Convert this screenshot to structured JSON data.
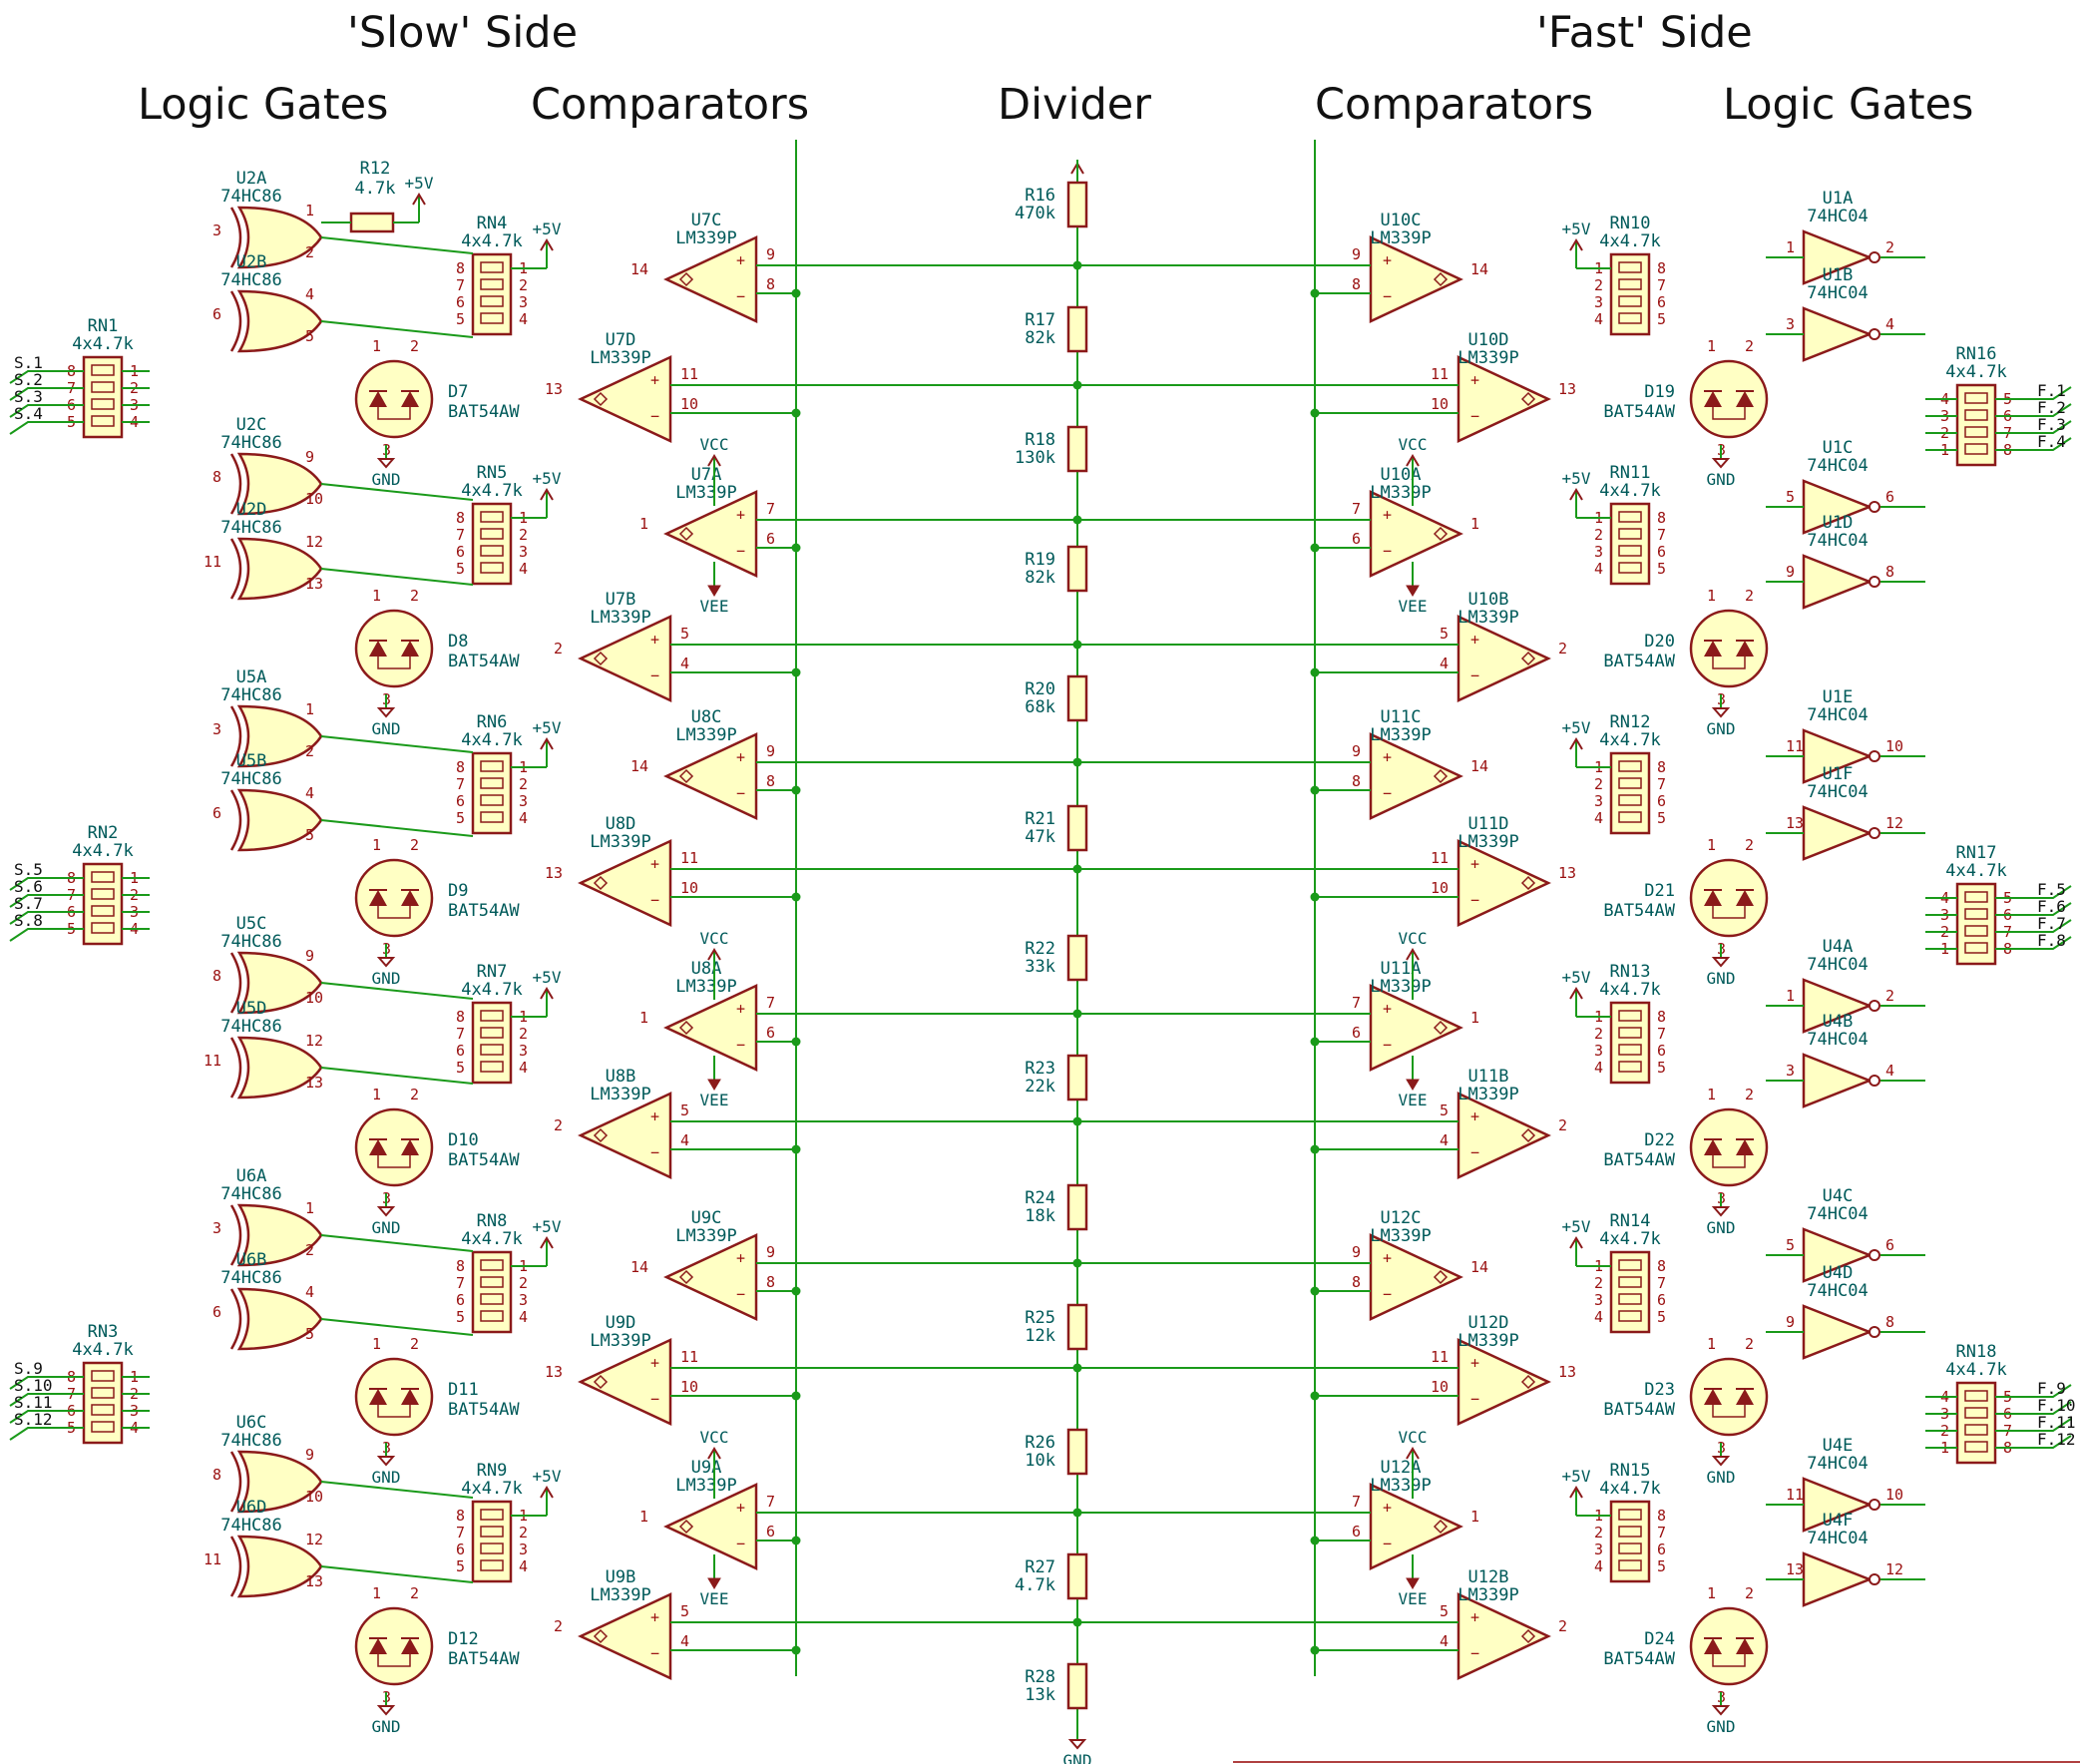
{
  "headers": {
    "slow_side": "'Slow' Side",
    "fast_side": "'Fast' Side",
    "slow_logic": "Logic Gates",
    "slow_comp": "Comparators",
    "divider": "Divider",
    "fast_comp": "Comparators",
    "fast_logic": "Logic Gates"
  },
  "colors": {
    "wire": "#1a9a1a",
    "body": "#8b1a1a",
    "fill": "#ffffc4",
    "ref": "#005a5a",
    "pin": "#9a1010"
  },
  "power": {
    "v5": "+5V",
    "gnd": "GND",
    "vcc": "VCC",
    "vee": "VEE"
  },
  "pullup": {
    "ref": "R12",
    "value": "4.7k"
  },
  "divider": [
    {
      "ref": "R16",
      "value": "470k"
    },
    {
      "ref": "R17",
      "value": "82k"
    },
    {
      "ref": "R18",
      "value": "130k"
    },
    {
      "ref": "R19",
      "value": "82k"
    },
    {
      "ref": "R20",
      "value": "68k"
    },
    {
      "ref": "R21",
      "value": "47k"
    },
    {
      "ref": "R22",
      "value": "33k"
    },
    {
      "ref": "R23",
      "value": "22k"
    },
    {
      "ref": "R24",
      "value": "18k"
    },
    {
      "ref": "R25",
      "value": "12k"
    },
    {
      "ref": "R26",
      "value": "10k"
    },
    {
      "ref": "R27",
      "value": "4.7k"
    },
    {
      "ref": "R28",
      "value": "13k"
    }
  ],
  "slow_inputs": [
    {
      "ref": "RN1",
      "value": "4x4.7k",
      "nets": [
        "S.1",
        "S.2",
        "S.3",
        "S.4"
      ]
    },
    {
      "ref": "RN2",
      "value": "4x4.7k",
      "nets": [
        "S.5",
        "S.6",
        "S.7",
        "S.8"
      ]
    },
    {
      "ref": "RN3",
      "value": "4x4.7k",
      "nets": [
        "S.9",
        "S.10",
        "S.11",
        "S.12"
      ]
    }
  ],
  "fast_outputs": [
    {
      "ref": "RN16",
      "value": "4x4.7k",
      "nets": [
        "F.1",
        "F.2",
        "F.3",
        "F.4"
      ]
    },
    {
      "ref": "RN17",
      "value": "4x4.7k",
      "nets": [
        "F.5",
        "F.6",
        "F.7",
        "F.8"
      ]
    },
    {
      "ref": "RN18",
      "value": "4x4.7k",
      "nets": [
        "F.9",
        "F.10",
        "F.11",
        "F.12"
      ]
    }
  ],
  "xor_gates": [
    {
      "ref": "U2A",
      "part": "74HC86",
      "pins": [
        "3",
        "1",
        "2"
      ]
    },
    {
      "ref": "U2B",
      "part": "74HC86",
      "pins": [
        "6",
        "4",
        "5"
      ]
    },
    {
      "ref": "U2C",
      "part": "74HC86",
      "pins": [
        "8",
        "9",
        "10"
      ]
    },
    {
      "ref": "U2D",
      "part": "74HC86",
      "pins": [
        "11",
        "12",
        "13"
      ]
    },
    {
      "ref": "U5A",
      "part": "74HC86",
      "pins": [
        "3",
        "1",
        "2"
      ]
    },
    {
      "ref": "U5B",
      "part": "74HC86",
      "pins": [
        "6",
        "4",
        "5"
      ]
    },
    {
      "ref": "U5C",
      "part": "74HC86",
      "pins": [
        "8",
        "9",
        "10"
      ]
    },
    {
      "ref": "U5D",
      "part": "74HC86",
      "pins": [
        "11",
        "12",
        "13"
      ]
    },
    {
      "ref": "U6A",
      "part": "74HC86",
      "pins": [
        "3",
        "1",
        "2"
      ]
    },
    {
      "ref": "U6B",
      "part": "74HC86",
      "pins": [
        "6",
        "4",
        "5"
      ]
    },
    {
      "ref": "U6C",
      "part": "74HC86",
      "pins": [
        "8",
        "9",
        "10"
      ]
    },
    {
      "ref": "U6D",
      "part": "74HC86",
      "pins": [
        "11",
        "12",
        "13"
      ]
    }
  ],
  "slow_packs": [
    {
      "ref": "RN4",
      "value": "4x4.7k"
    },
    {
      "ref": "RN5",
      "value": "4x4.7k"
    },
    {
      "ref": "RN6",
      "value": "4x4.7k"
    },
    {
      "ref": "RN7",
      "value": "4x4.7k"
    },
    {
      "ref": "RN8",
      "value": "4x4.7k"
    },
    {
      "ref": "RN9",
      "value": "4x4.7k"
    }
  ],
  "fast_packs": [
    {
      "ref": "RN10",
      "value": "4x4.7k"
    },
    {
      "ref": "RN11",
      "value": "4x4.7k"
    },
    {
      "ref": "RN12",
      "value": "4x4.7k"
    },
    {
      "ref": "RN13",
      "value": "4x4.7k"
    },
    {
      "ref": "RN14",
      "value": "4x4.7k"
    },
    {
      "ref": "RN15",
      "value": "4x4.7k"
    }
  ],
  "slow_diodes": [
    {
      "ref": "D7",
      "part": "BAT54AW"
    },
    {
      "ref": "D8",
      "part": "BAT54AW"
    },
    {
      "ref": "D9",
      "part": "BAT54AW"
    },
    {
      "ref": "D10",
      "part": "BAT54AW"
    },
    {
      "ref": "D11",
      "part": "BAT54AW"
    },
    {
      "ref": "D12",
      "part": "BAT54AW"
    }
  ],
  "fast_diodes": [
    {
      "ref": "D19",
      "part": "BAT54AW"
    },
    {
      "ref": "D20",
      "part": "BAT54AW"
    },
    {
      "ref": "D21",
      "part": "BAT54AW"
    },
    {
      "ref": "D22",
      "part": "BAT54AW"
    },
    {
      "ref": "D23",
      "part": "BAT54AW"
    },
    {
      "ref": "D24",
      "part": "BAT54AW"
    }
  ],
  "slow_comparators": [
    {
      "ref": "U7C",
      "part": "LM339P",
      "pins": [
        "9",
        "8",
        "14"
      ]
    },
    {
      "ref": "U7D",
      "part": "LM339P",
      "pins": [
        "11",
        "10",
        "13"
      ]
    },
    {
      "ref": "U7A",
      "part": "LM339P",
      "pins": [
        "7",
        "6",
        "1"
      ]
    },
    {
      "ref": "U7B",
      "part": "LM339P",
      "pins": [
        "5",
        "4",
        "2"
      ]
    },
    {
      "ref": "U8C",
      "part": "LM339P",
      "pins": [
        "9",
        "8",
        "14"
      ]
    },
    {
      "ref": "U8D",
      "part": "LM339P",
      "pins": [
        "11",
        "10",
        "13"
      ]
    },
    {
      "ref": "U8A",
      "part": "LM339P",
      "pins": [
        "7",
        "6",
        "1"
      ]
    },
    {
      "ref": "U8B",
      "part": "LM339P",
      "pins": [
        "5",
        "4",
        "2"
      ]
    },
    {
      "ref": "U9C",
      "part": "LM339P",
      "pins": [
        "9",
        "8",
        "14"
      ]
    },
    {
      "ref": "U9D",
      "part": "LM339P",
      "pins": [
        "11",
        "10",
        "13"
      ]
    },
    {
      "ref": "U9A",
      "part": "LM339P",
      "pins": [
        "7",
        "6",
        "1"
      ]
    },
    {
      "ref": "U9B",
      "part": "LM339P",
      "pins": [
        "5",
        "4",
        "2"
      ]
    }
  ],
  "fast_comparators": [
    {
      "ref": "U10C",
      "part": "LM339P",
      "pins": [
        "9",
        "8",
        "14"
      ]
    },
    {
      "ref": "U10D",
      "part": "LM339P",
      "pins": [
        "11",
        "10",
        "13"
      ]
    },
    {
      "ref": "U10A",
      "part": "LM339P",
      "pins": [
        "7",
        "6",
        "1"
      ]
    },
    {
      "ref": "U10B",
      "part": "LM339P",
      "pins": [
        "5",
        "4",
        "2"
      ]
    },
    {
      "ref": "U11C",
      "part": "LM339P",
      "pins": [
        "9",
        "8",
        "14"
      ]
    },
    {
      "ref": "U11D",
      "part": "LM339P",
      "pins": [
        "11",
        "10",
        "13"
      ]
    },
    {
      "ref": "U11A",
      "part": "LM339P",
      "pins": [
        "7",
        "6",
        "1"
      ]
    },
    {
      "ref": "U11B",
      "part": "LM339P",
      "pins": [
        "5",
        "4",
        "2"
      ]
    },
    {
      "ref": "U12C",
      "part": "LM339P",
      "pins": [
        "9",
        "8",
        "14"
      ]
    },
    {
      "ref": "U12D",
      "part": "LM339P",
      "pins": [
        "11",
        "10",
        "13"
      ]
    },
    {
      "ref": "U12A",
      "part": "LM339P",
      "pins": [
        "7",
        "6",
        "1"
      ]
    },
    {
      "ref": "U12B",
      "part": "LM339P",
      "pins": [
        "5",
        "4",
        "2"
      ]
    }
  ],
  "inverters": [
    {
      "ref": "U1A",
      "part": "74HC04",
      "pins": [
        "1",
        "2"
      ]
    },
    {
      "ref": "U1B",
      "part": "74HC04",
      "pins": [
        "3",
        "4"
      ]
    },
    {
      "ref": "U1C",
      "part": "74HC04",
      "pins": [
        "5",
        "6"
      ]
    },
    {
      "ref": "U1D",
      "part": "74HC04",
      "pins": [
        "9",
        "8"
      ]
    },
    {
      "ref": "U1E",
      "part": "74HC04",
      "pins": [
        "11",
        "10"
      ]
    },
    {
      "ref": "U1F",
      "part": "74HC04",
      "pins": [
        "13",
        "12"
      ]
    },
    {
      "ref": "U4A",
      "part": "74HC04",
      "pins": [
        "1",
        "2"
      ]
    },
    {
      "ref": "U4B",
      "part": "74HC04",
      "pins": [
        "3",
        "4"
      ]
    },
    {
      "ref": "U4C",
      "part": "74HC04",
      "pins": [
        "5",
        "6"
      ]
    },
    {
      "ref": "U4D",
      "part": "74HC04",
      "pins": [
        "9",
        "8"
      ]
    },
    {
      "ref": "U4E",
      "part": "74HC04",
      "pins": [
        "11",
        "10"
      ]
    },
    {
      "ref": "U4F",
      "part": "74HC04",
      "pins": [
        "13",
        "12"
      ]
    }
  ]
}
